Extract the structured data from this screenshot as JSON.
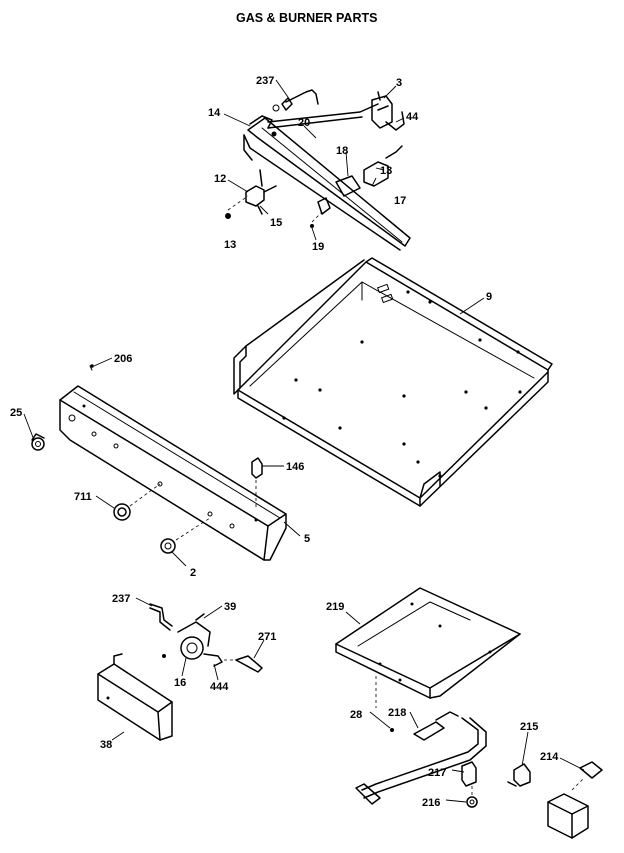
{
  "title": "GAS & BURNER PARTS",
  "labels": {
    "p237a": "237",
    "p3": "3",
    "p14": "14",
    "p20": "20",
    "p44": "44",
    "p18": "18",
    "p13a": "13",
    "p17": "17",
    "p12": "12",
    "p15": "15",
    "p13b": "13",
    "p19": "19",
    "p9": "9",
    "p206": "206",
    "p25": "25",
    "p146": "146",
    "p711": "711",
    "p5": "5",
    "p2": "2",
    "p237b": "237",
    "p39": "39",
    "p271": "271",
    "p16": "16",
    "p444": "444",
    "p38": "38",
    "p219": "219",
    "p28": "28",
    "p218": "218",
    "p215": "215",
    "p214": "214",
    "p217": "217",
    "p216": "216"
  }
}
